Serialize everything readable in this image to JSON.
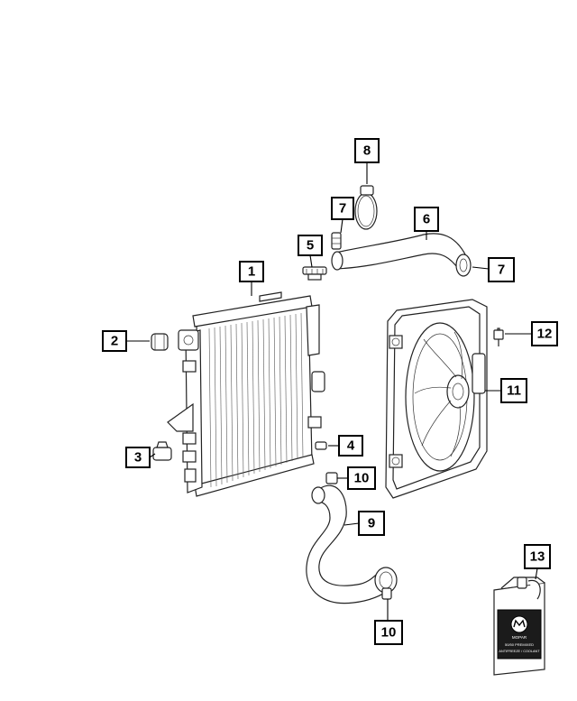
{
  "callouts": {
    "c1": "1",
    "c2": "2",
    "c3": "3",
    "c4": "4",
    "c5": "5",
    "c6": "6",
    "c7a": "7",
    "c7b": "7",
    "c8": "8",
    "c9": "9",
    "c10a": "10",
    "c10b": "10",
    "c11": "11",
    "c12": "12",
    "c13": "13"
  },
  "jug_label": {
    "brand": "MOPAR",
    "line1": "50/50 PREMIXED",
    "line2": "ANTIFREEZE / COOLANT"
  }
}
